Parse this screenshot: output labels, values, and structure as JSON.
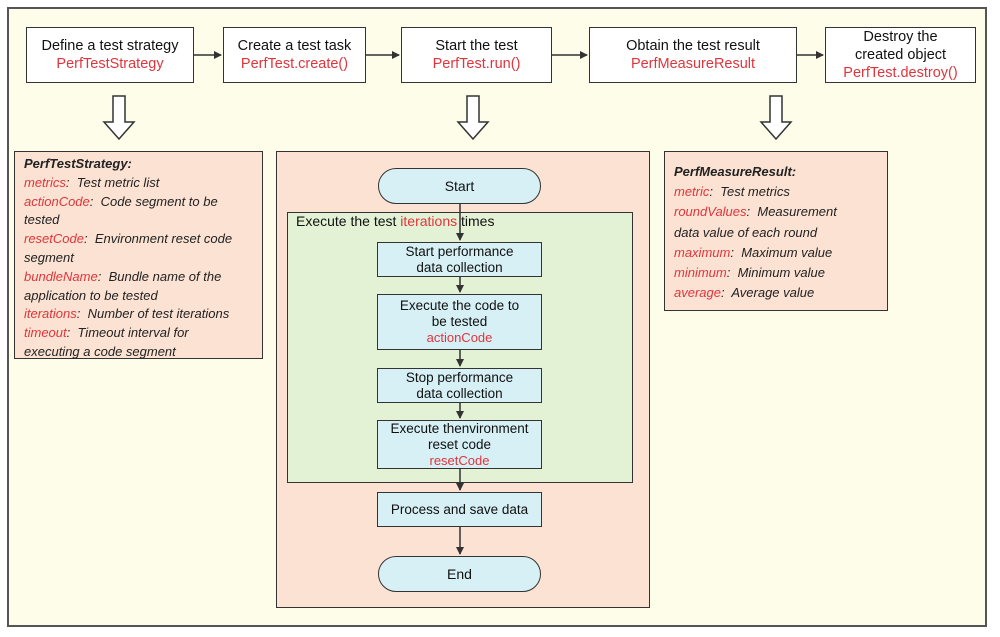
{
  "steps": [
    {
      "label": "Define a test strategy",
      "api": "PerfTestStrategy"
    },
    {
      "label": "Create a test task",
      "api": "PerfTest.create()"
    },
    {
      "label": "Start the test",
      "api": "PerfTest.run()"
    },
    {
      "label": "Obtain the test result",
      "api": "PerfMeasureResult"
    },
    {
      "label_line1": "Destroy the",
      "label_line2": "created object",
      "api": "PerfTest.destroy()"
    }
  ],
  "strategy": {
    "title": "PerfTestStrategy:",
    "rows": [
      {
        "key": "metrics",
        "sep": ":  ",
        "desc": "Test metric list"
      },
      {
        "key": "actionCode",
        "sep": ":  ",
        "desc": "Code segment to be",
        "cont": "tested"
      },
      {
        "key": "resetCode",
        "sep": ":  ",
        "desc": "Environment reset code",
        "cont": "segment"
      },
      {
        "key": "bundleName",
        "sep": ":  ",
        "desc": "Bundle name of the",
        "cont": "application to be tested"
      },
      {
        "key": "iterations",
        "sep": ":  ",
        "desc": "Number of test iterations"
      },
      {
        "key": "timeout",
        "sep": ":  ",
        "desc": "Timeout interval for",
        "cont": "executing a code segment"
      }
    ]
  },
  "result": {
    "title": "PerfMeasureResult:",
    "rows": [
      {
        "key": "metric",
        "sep": ":  ",
        "desc": "Test metrics"
      },
      {
        "key": "roundValues",
        "sep": ":  ",
        "desc": "Measurement",
        "cont": "data value of each round"
      },
      {
        "key": "maximum",
        "sep": ":  ",
        "desc": "Maximum value"
      },
      {
        "key": "minimum",
        "sep": ":  ",
        "desc": "Minimum value"
      },
      {
        "key": "average",
        "sep": ":  ",
        "desc": "Average value"
      }
    ]
  },
  "flow": {
    "start": "Start",
    "loop_prefix": "Execute the test ",
    "loop_key": "iterations",
    "loop_suffix": " times",
    "start_collect_1": "Start performance",
    "start_collect_2": "data collection",
    "exec_1": "Execute the code to",
    "exec_2": "be tested",
    "exec_api": "actionCode",
    "stop_1": "Stop performance",
    "stop_2": "data collection",
    "reset_1": "Execute thenvironment",
    "reset_2": "reset code",
    "reset_api": "resetCode",
    "process": "Process and save data",
    "end": "End"
  },
  "colors": {
    "frame_bg": "#fdfde9",
    "panel_bg": "#fbe2d3",
    "loop_bg": "#e3f2d4",
    "box_bg": "#d6f0f5",
    "accent_red": "#e0353c"
  }
}
